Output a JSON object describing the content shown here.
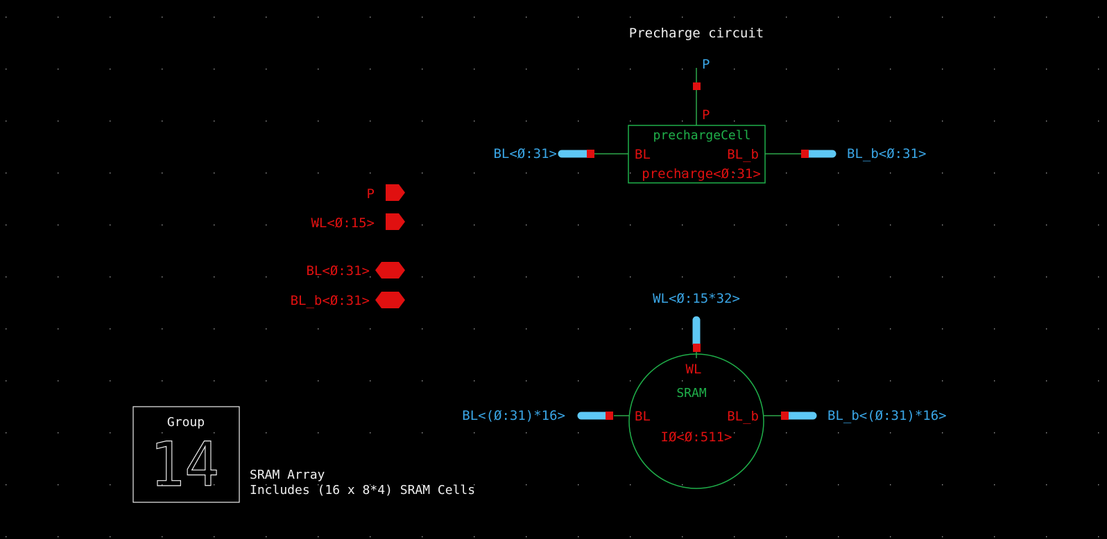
{
  "colors": {
    "background": "#000000",
    "grid_dot": "#9a9a9a",
    "wire": "#2ea84a",
    "instance": "#1fb04a",
    "pin_red": "#e01010",
    "net_blue": "#3aa6e6",
    "bus_blue": "#5ec8f5",
    "white": "#f0f0f0"
  },
  "title": "Precharge circuit",
  "precharge": {
    "top_net": "P",
    "top_pin": "P",
    "cell_name": "prechargeCell",
    "left_pin": "BL",
    "right_pin": "BL_b",
    "instance": "precharge<Ø:31>",
    "left_net": "BL<Ø:31>",
    "right_net": "BL_b<Ø:31>"
  },
  "pins": [
    {
      "label": "P",
      "kind": "input"
    },
    {
      "label": "WL<Ø:15>",
      "kind": "input"
    },
    {
      "label": "BL<Ø:31>",
      "kind": "inout"
    },
    {
      "label": "BL_b<Ø:31>",
      "kind": "inout"
    }
  ],
  "sram": {
    "top_net": "WL<Ø:15*32>",
    "top_pin": "WL",
    "cell_name": "SRAM",
    "left_pin": "BL",
    "right_pin": "BL_b",
    "instance": "IØ<Ø:511>",
    "left_net": "BL<(Ø:31)*16>",
    "right_net": "BL_b<(Ø:31)*16>"
  },
  "group": {
    "label": "Group",
    "number": "14"
  },
  "description": {
    "line1": "SRAM Array",
    "line2": "Includes (16 x 8*4) SRAM Cells"
  }
}
